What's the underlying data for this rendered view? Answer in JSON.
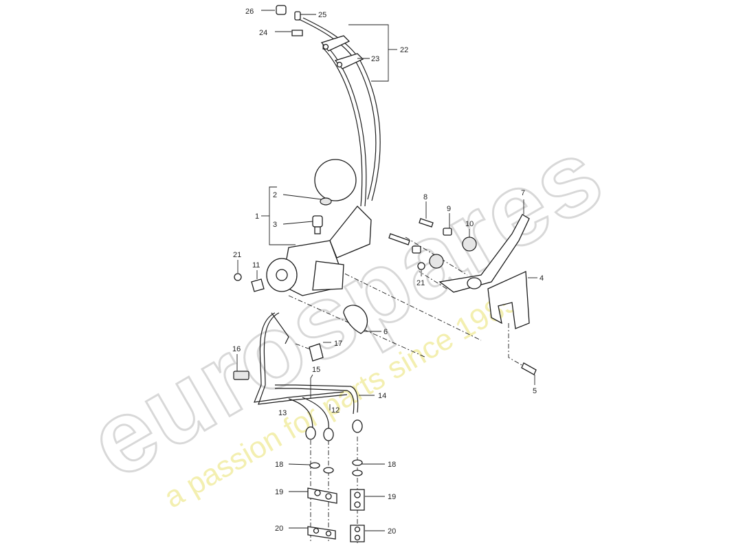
{
  "watermark": {
    "brand": "eurospares",
    "tagline": "a passion for parts since 1985"
  },
  "callouts": {
    "c1": "1",
    "c2": "2",
    "c3": "3",
    "c4": "4",
    "c5": "5",
    "c6": "6",
    "c7": "7",
    "c8": "8",
    "c9": "9",
    "c10": "10",
    "c11": "11",
    "c12": "12",
    "c13": "13",
    "c14": "14",
    "c15": "15",
    "c16": "16",
    "c17": "17",
    "c18a": "18",
    "c18b": "18",
    "c19a": "19",
    "c19b": "19",
    "c20a": "20",
    "c20b": "20",
    "c21a": "21",
    "c21b": "21",
    "c22": "22",
    "c23": "23",
    "c24": "24",
    "c25": "25",
    "c26": "26"
  }
}
